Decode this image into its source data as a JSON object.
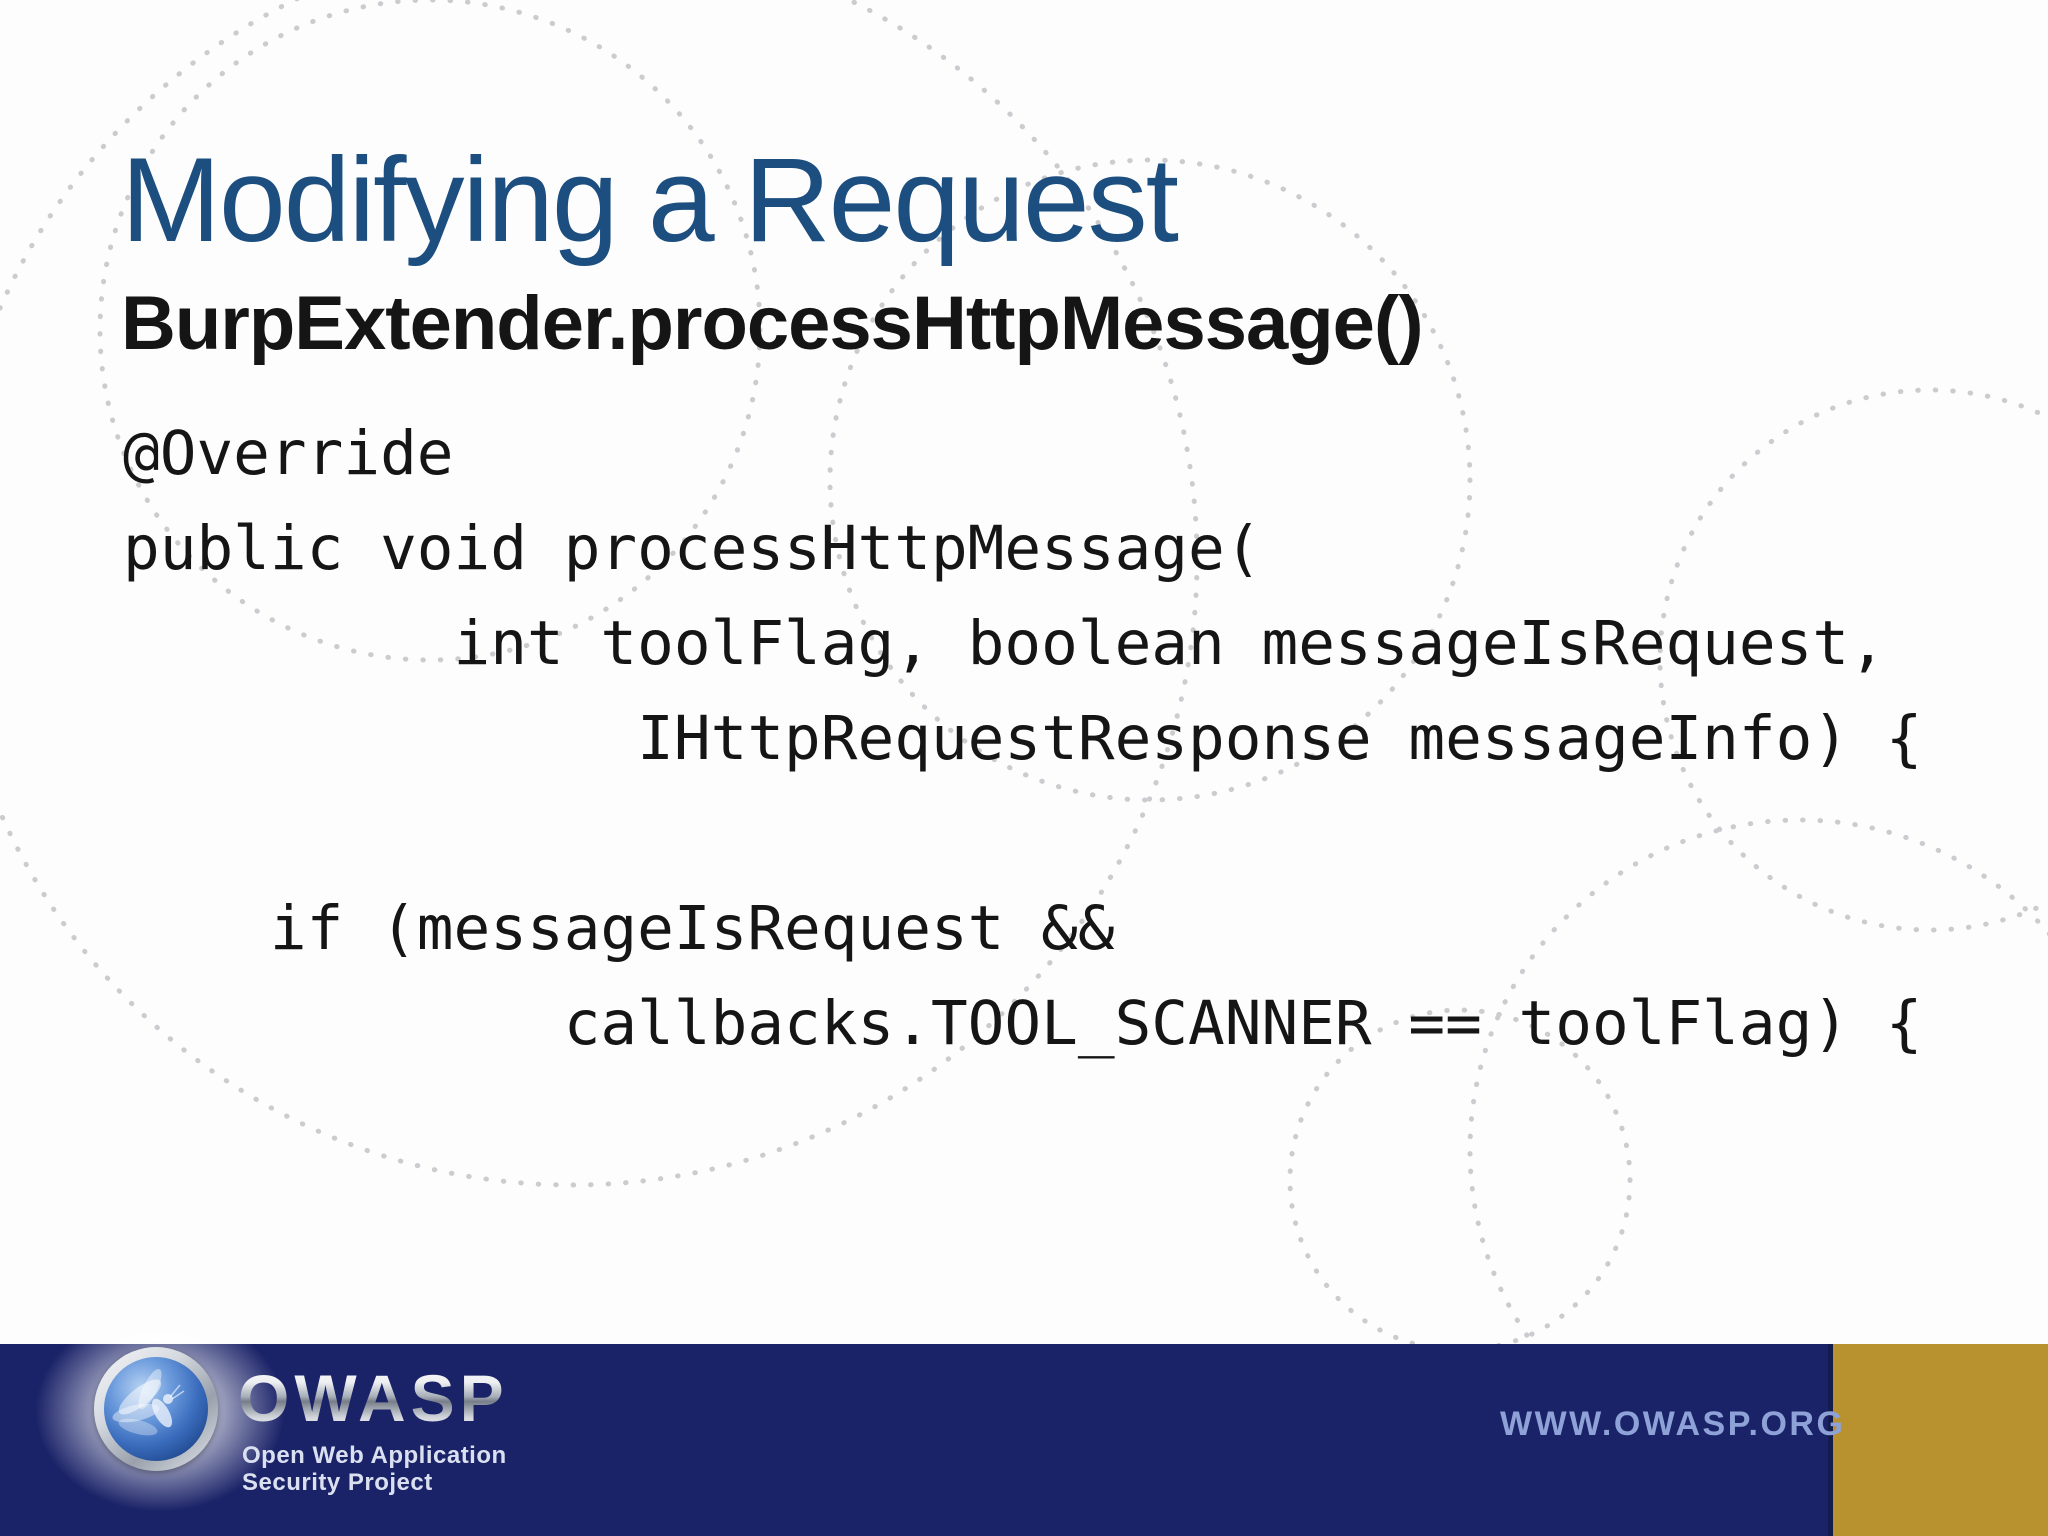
{
  "slide": {
    "title": "Modifying a Request",
    "subtitle": "BurpExtender.processHttpMessage()",
    "code_lines": [
      "@Override",
      "public void processHttpMessage(",
      "         int toolFlag, boolean messageIsRequest,",
      "              IHttpRequestResponse messageInfo) {",
      "",
      "    if (messageIsRequest &&",
      "            callbacks.TOOL_SCANNER == toolFlag) {"
    ]
  },
  "footer": {
    "org_acronym": "OWASP",
    "org_tagline_line1": "Open Web Application",
    "org_tagline_line2": "Security Project",
    "website": "WWW.OWASP.ORG",
    "logo_icon": "owasp-wasp-logo"
  },
  "colors": {
    "title-blue": "#1c4e80",
    "text-black": "#151515",
    "footer-navy": "#1a2268",
    "accent-gold": "#b8922e",
    "website-blue": "#8fa2d8",
    "tagline-white": "#dbe0f0",
    "dot-gray": "#ccccd0",
    "background": "#fdfdfd"
  }
}
